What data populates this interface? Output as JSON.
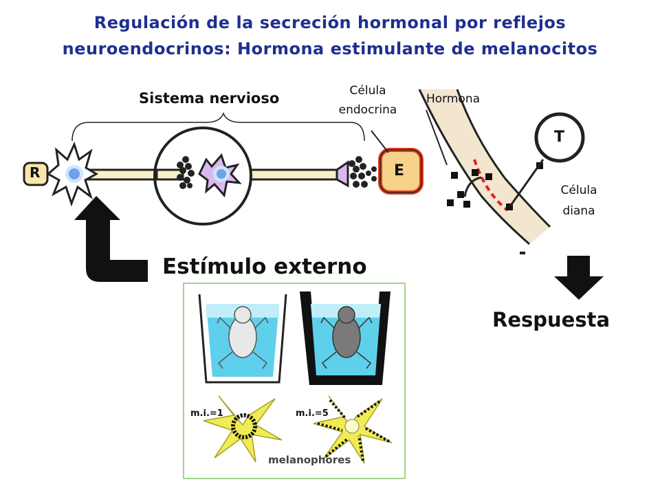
{
  "title": {
    "line1": "Regulación de la secreción hormonal por  reflejos",
    "line2": "neuroendocrinos: Hormona estimulante de melanocitos"
  },
  "labels": {
    "sistema_nervioso": "Sistema nervioso",
    "celula_endocrina_1": "Célula",
    "celula_endocrina_2": "endocrina",
    "hormona": "Hormona",
    "celula_diana_1": "Célula",
    "celula_diana_2": "diana",
    "estimulo_externo": "Estímulo externo",
    "respuesta": "Respuesta"
  },
  "nodes": {
    "receptor": "R",
    "endocrine": "E",
    "target": "T"
  },
  "inset": {
    "index_left": "m.i.=1",
    "index_right": "m.i.=5",
    "caption": "melanophores"
  },
  "colors": {
    "title": "#1f2f8f",
    "axon": "#f7f0c6",
    "neuron_glow": "#d9b8f0",
    "endocrine_fill": "#f8d28a",
    "endocrine_border": "#e03a1a",
    "vessel": "#f3e6cf",
    "water": "#5ed0ec",
    "melanophore": "#f1ec55",
    "inset_border": "#9fd38c"
  }
}
